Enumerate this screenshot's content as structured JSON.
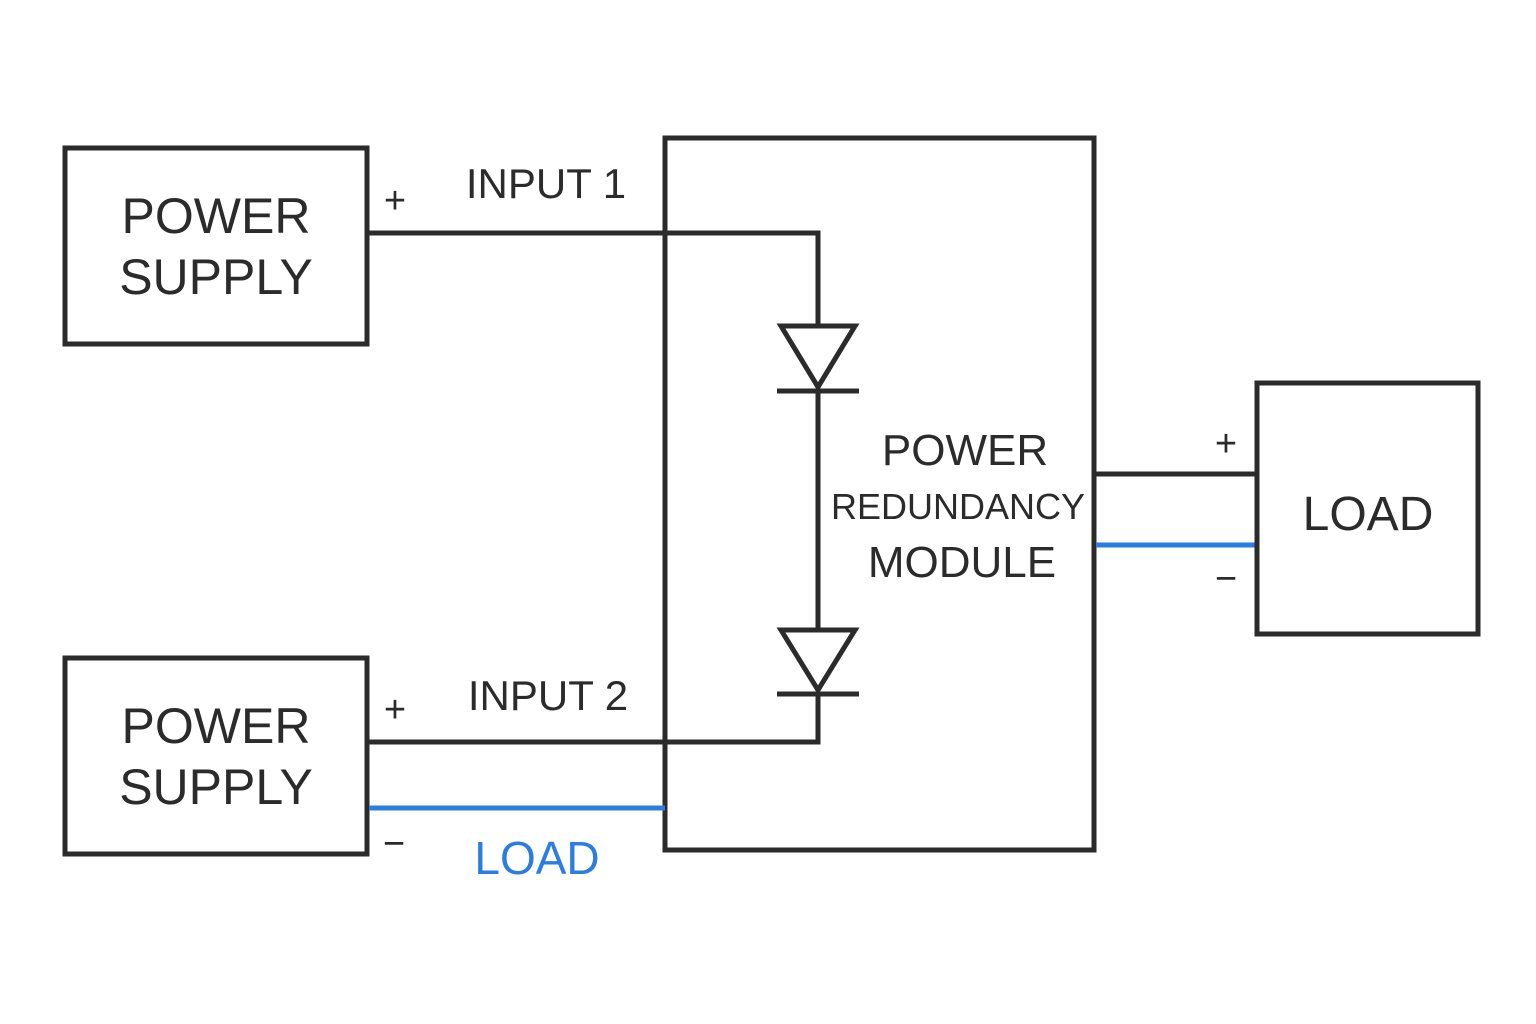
{
  "diagram": {
    "power_supply_1": {
      "line1": "POWER",
      "line2": "SUPPLY",
      "plus": "+"
    },
    "power_supply_2": {
      "line1": "POWER",
      "line2": "SUPPLY",
      "plus": "+",
      "minus": "−"
    },
    "input_1_label": "INPUT 1",
    "input_2_label": "INPUT 2",
    "negative_wire_label": "LOAD",
    "module": {
      "line1": "POWER",
      "line2": "REDUNDANCY",
      "line3": "MODULE"
    },
    "load": {
      "label": "LOAD",
      "plus": "+",
      "minus": "−"
    },
    "colors": {
      "stroke": "#2b2b2b",
      "negative_wire": "#2a7de1"
    }
  }
}
